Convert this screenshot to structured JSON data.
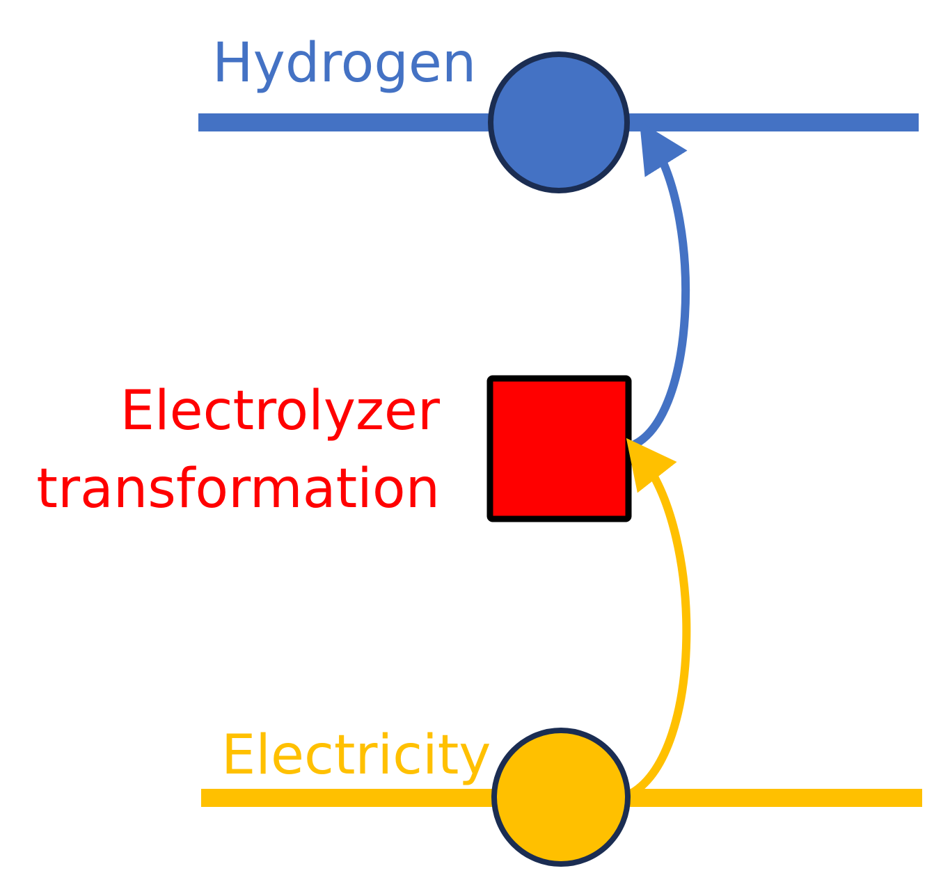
{
  "labels": {
    "hydrogen": "Hydrogen",
    "electrolyzer_line1": "Electrolyzer",
    "electrolyzer_line2": "transformation",
    "electricity": "Electricity"
  },
  "colors": {
    "hydrogen": "#4472C4",
    "electricity": "#FFC000",
    "transformation": "#FF0000",
    "node_outline": "#1B2D52"
  }
}
